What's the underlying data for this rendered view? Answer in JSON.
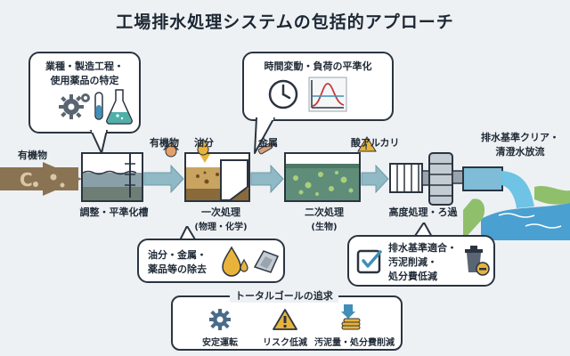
{
  "title": "工場排水処理システムの包括的アプローチ",
  "callouts": {
    "industry": [
      "業種・製造工程・",
      "使用薬品の特定"
    ],
    "fluctuation": "時間変動・負荷の平準化",
    "removal": [
      "油分・金属・",
      "薬品等の除去"
    ],
    "result": [
      "排水基準適合・",
      "汚泥削減・",
      "処分費低減"
    ]
  },
  "labels": {
    "inflow": "有機物",
    "organic2": "有機物",
    "oil": "油分",
    "metal": "金属",
    "acid_alkali": "酸アルカリ",
    "discharge": [
      "排水基準クリア・",
      "清澄水放流"
    ]
  },
  "stages": [
    {
      "label": "調整・平準化槽",
      "sub": ""
    },
    {
      "label": "一次処理",
      "sub": "(物理・化学)"
    },
    {
      "label": "二次処理",
      "sub": "(生物)"
    },
    {
      "label": "高度処理・ろ過",
      "sub": ""
    }
  ],
  "goals": {
    "title": "トータルゴールの追求",
    "items": [
      {
        "label": "安定運転",
        "icon": "gear-icon"
      },
      {
        "label": "リスク低減",
        "icon": "warning-icon"
      },
      {
        "label": "汚泥量・処分費削減",
        "icon": "sludge-cost-icon"
      }
    ]
  },
  "colors": {
    "water": "#3f8fb8",
    "sludge": "#8a6a3a",
    "arrow": "#8fb9c4",
    "accent": "#e8b33a"
  }
}
